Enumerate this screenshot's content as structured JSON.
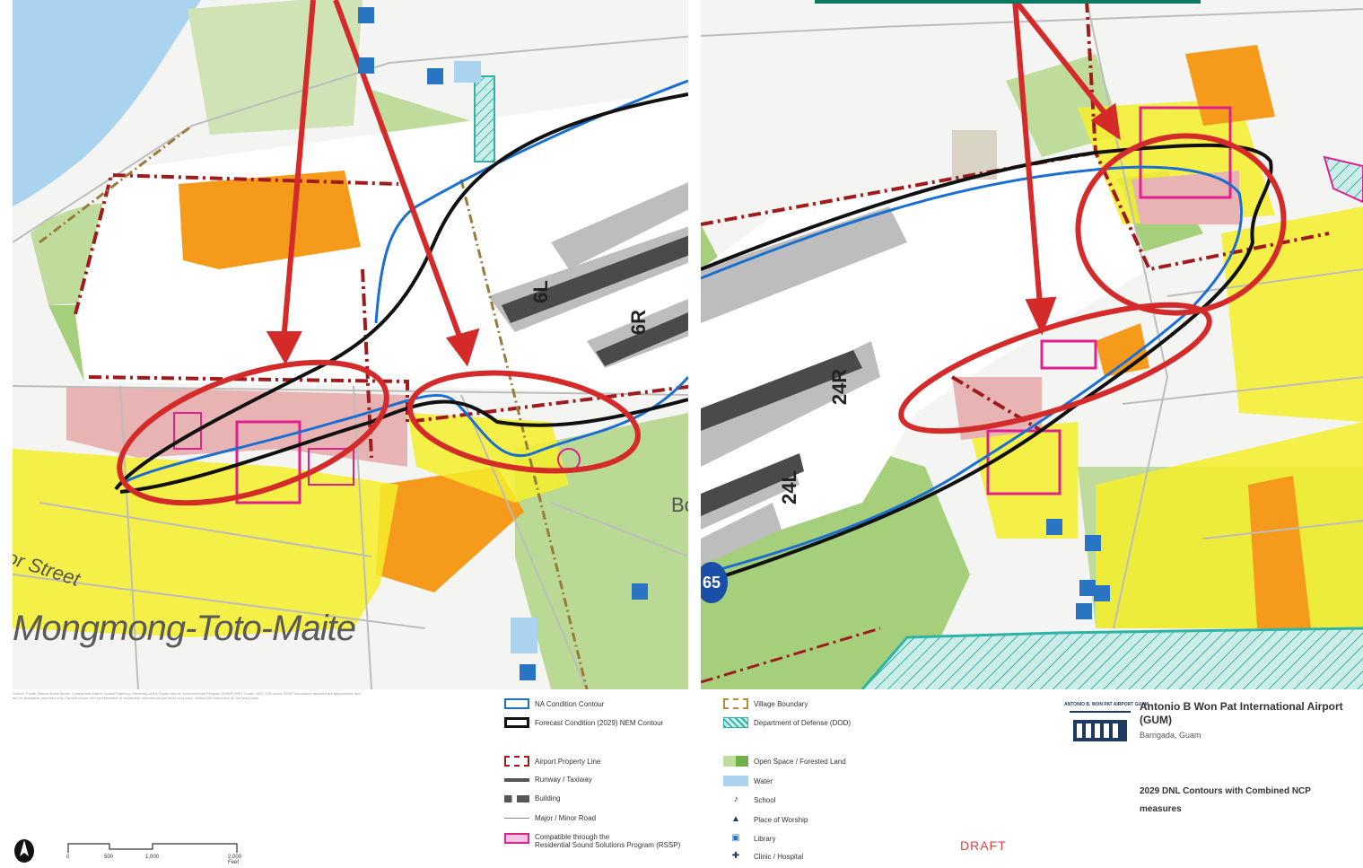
{
  "map": {
    "labels": {
      "town": "Mongmong-Toto-Maite",
      "street": "or Street",
      "bc": "Bc",
      "route": "65"
    },
    "runways": {
      "r6l": "6L",
      "r6r": "6R",
      "r24r": "24R",
      "r24l": "24L"
    },
    "colors": {
      "na_contour": "#1b6fd0",
      "forecast_contour": "#111111",
      "airport_property": "#a01c1c",
      "callout_red": "#d42a2a",
      "residential_yellow": "#f5ef2a",
      "multifamily_orange": "#f59a1b",
      "commercial_pink": "#e8b3b3",
      "rssp_magenta": "#e0208f",
      "open_space_green": "#a6cf7c",
      "water_blue": "#a9d3ee",
      "dod_teal": "#2fb3a6"
    }
  },
  "legend": {
    "col1": [
      {
        "label": "NA Condition Contour",
        "icon": "blue-outline-box"
      },
      {
        "label": "Forecast Condition (2029) NEM Contour",
        "icon": "black-outline-box"
      },
      {
        "label": "Airport Property Line",
        "icon": "red-dashed-box"
      },
      {
        "label": "Runway / Taxiway",
        "icon": "grey-bar"
      },
      {
        "label": "Building",
        "icon": "building-icon"
      },
      {
        "label": "Major / Minor Road",
        "icon": "road-line"
      },
      {
        "label": "Compatible through the",
        "label2": "Residential Sound Solutions Program (RSSP)",
        "icon": "magenta-box"
      }
    ],
    "col2": [
      {
        "label": "Village Boundary",
        "icon": "brown-dashed-box"
      },
      {
        "label": "Department of Defense (DOD)",
        "icon": "teal-hatch-box"
      },
      {
        "label": "Open Space / Forested Land",
        "icon": "green-box"
      },
      {
        "label": "Water",
        "icon": "water-box"
      },
      {
        "label": "School",
        "icon": "school-icon"
      },
      {
        "label": "Place of Worship",
        "icon": "worship-icon"
      },
      {
        "label": "Library",
        "icon": "library-icon"
      },
      {
        "label": "Clinic / Hospital",
        "icon": "clinic-icon"
      }
    ]
  },
  "sources": "Source: Pacific Islands Noise Model; Coastal and Marine Spatial Planning; University of the Pacific Airport; Environmental Program (EMSP) ERO Guam, 2020, GIS portal. RSSP boundaries depicted are approximate and are for illustrative purposes only. Parcels shown are representative of residential, commercial and other land uses; contact the authorities for the latest data.",
  "airport": {
    "logo_text": "ANTONIO B. WON PAT AIRPORT GUAM",
    "title": "Antonio B Won Pat International Airport (GUM)",
    "location": "Barrigada, Guam",
    "subtitle": "2029 DNL Contours with Combined NCP measures"
  },
  "draft": "DRAFT",
  "scale": {
    "ticks": [
      "0",
      "500",
      "1,000",
      "2,000 Feet"
    ]
  }
}
